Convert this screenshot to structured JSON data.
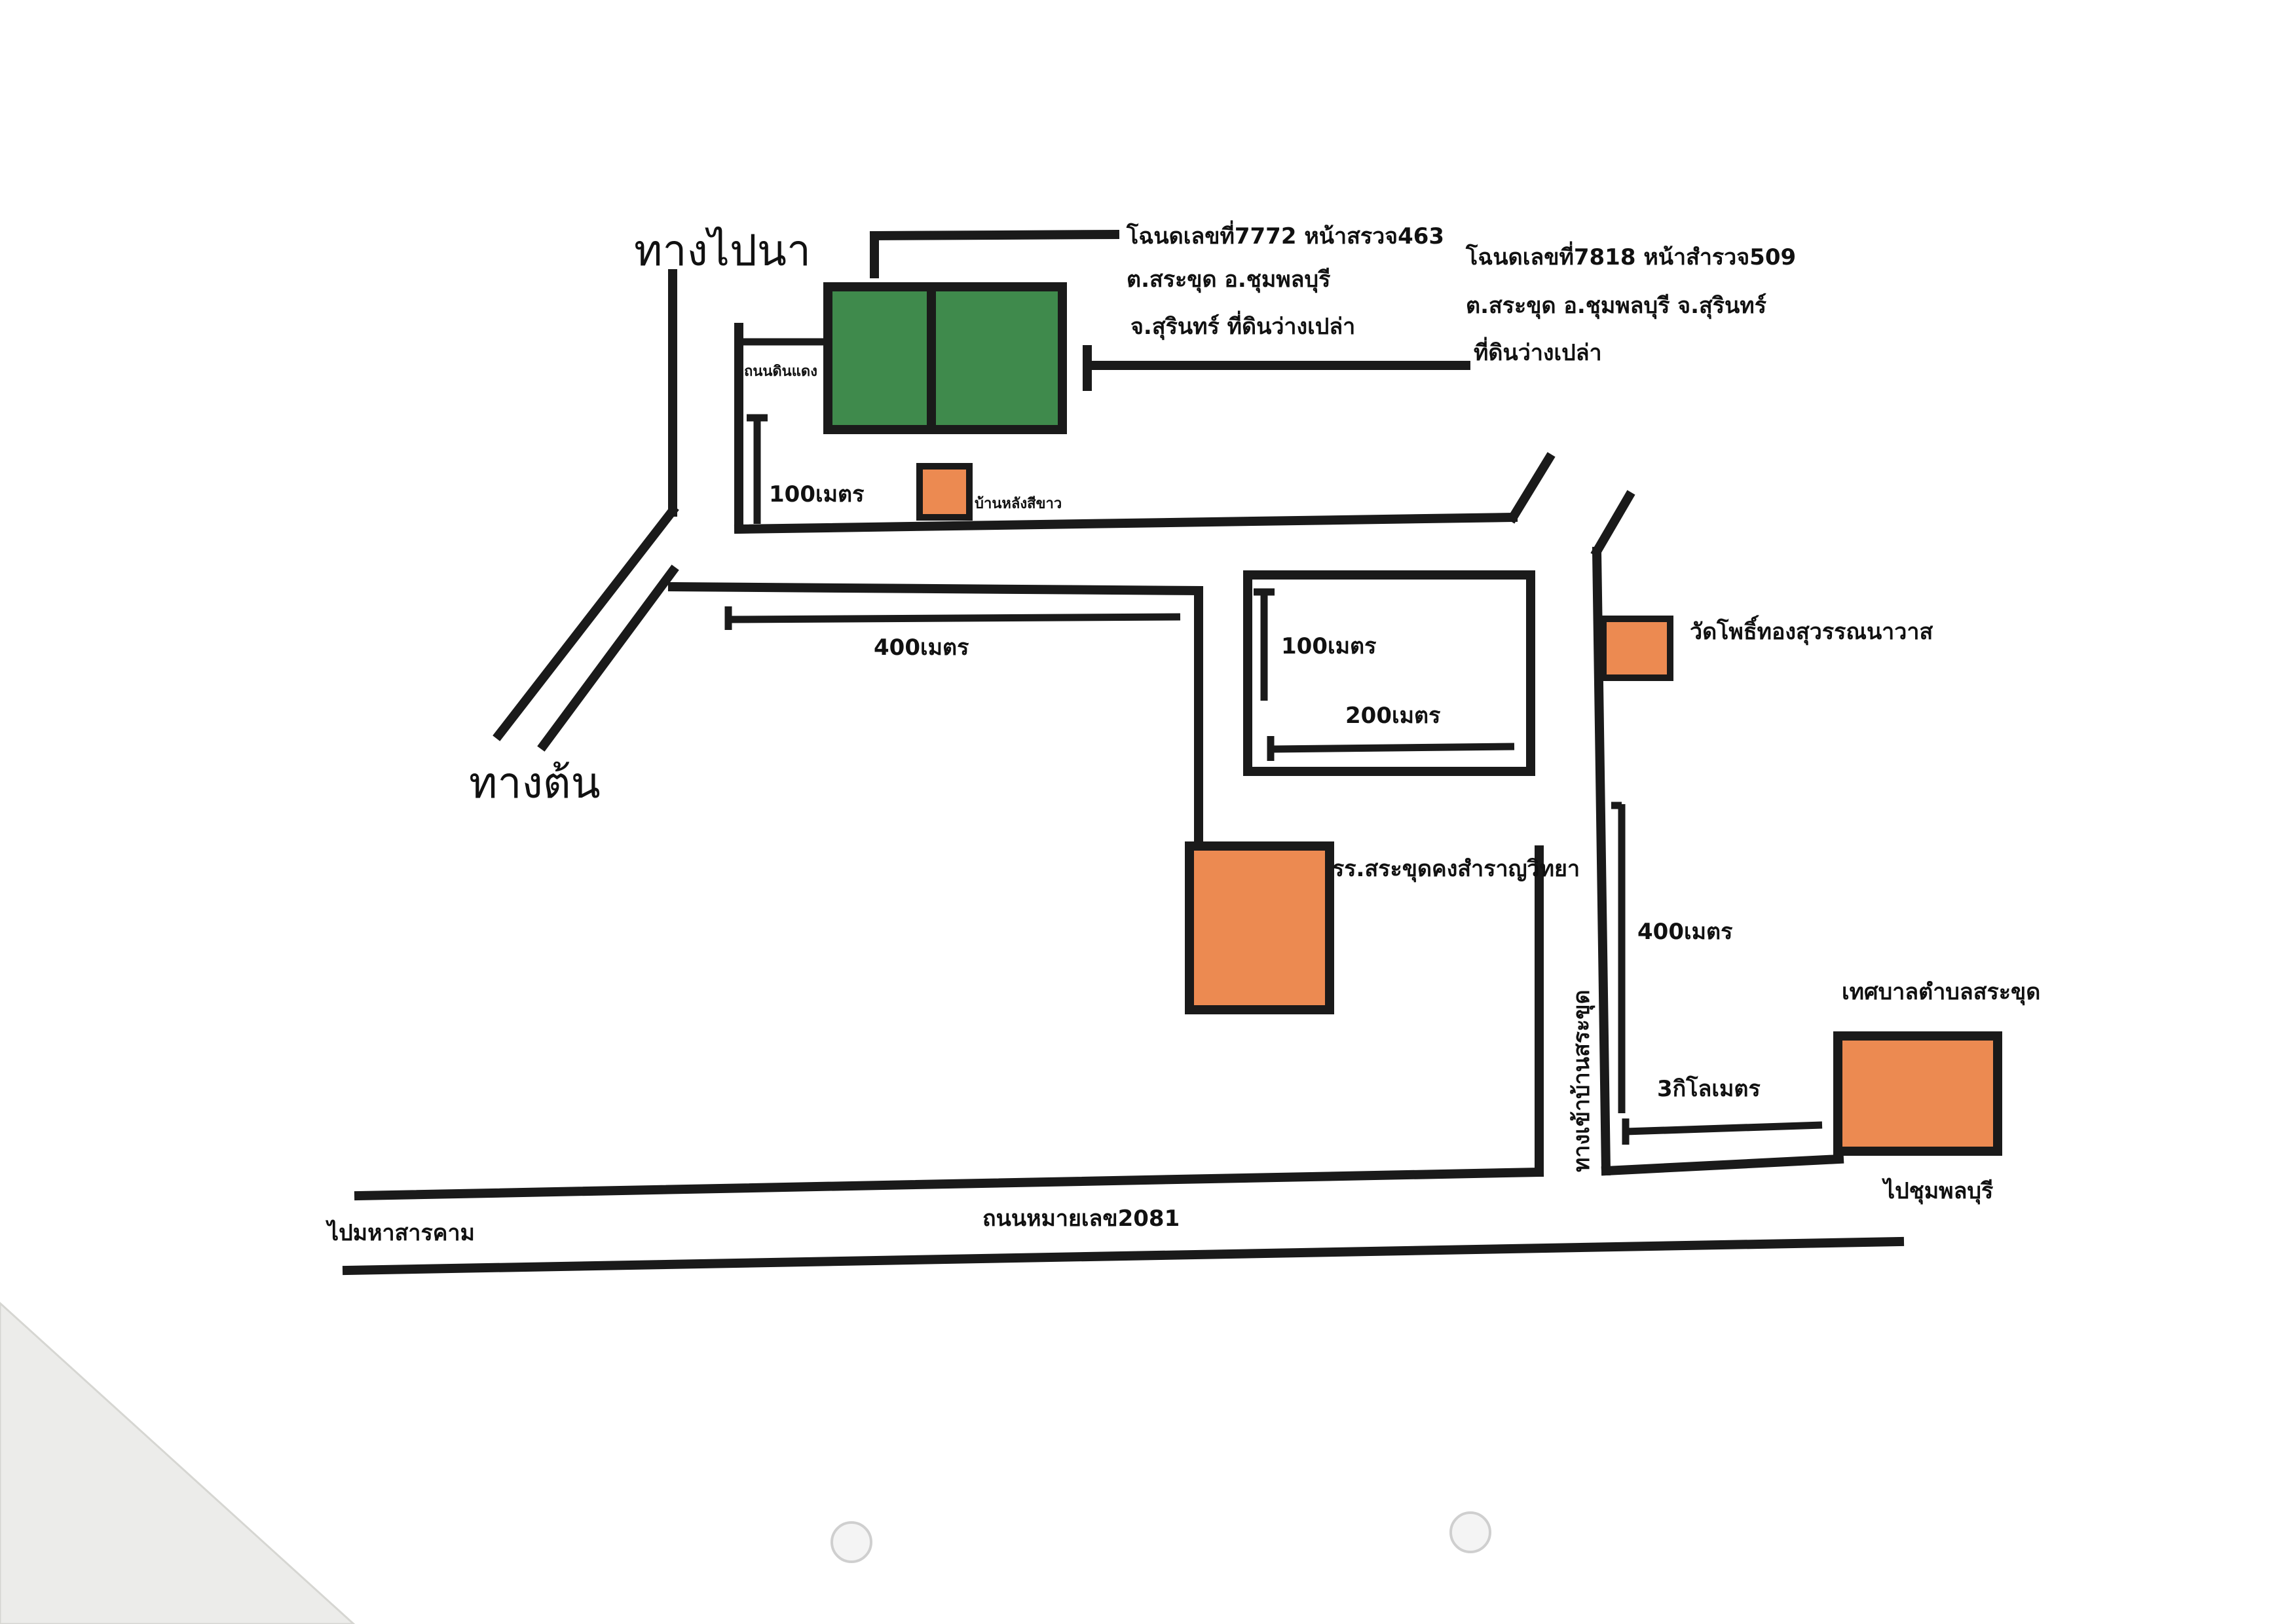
{
  "colors": {
    "plot_land": "#3f8a4c",
    "building": "#ec8a51",
    "line": "#1a1a1a",
    "paper": "#ffffff",
    "fold": "#ececea"
  },
  "labels": {
    "to_field": "ทางไปนา",
    "origin": "ทางต้น",
    "deed_1_line1": "โฉนดเลขที่7772 หน้าสรวจ463",
    "deed_1_line2": "ต.สระขุด อ.ชุมพลบุรี",
    "deed_1_line3": "จ.สุรินทร์ ที่ดินว่างเปล่า",
    "deed_2_line1": "โฉนดเลขที่7818 หน้าสำรวจ509",
    "deed_2_line2": "ต.สระขุด อ.ชุมพลบุรี จ.สุรินทร์",
    "deed_2_line3": "ที่ดินว่างเปล่า",
    "dirt_road": "ถนนดินแดง",
    "house": "บ้านหลังสีขาว",
    "dist_100m_a": "100เมตร",
    "dist_400m_a": "400เมตร",
    "dist_100m_b": "100เมตร",
    "dist_200m": "200เมตร",
    "temple": "วัดโพธิ์ทองสุวรรณนาวาส",
    "school": "รร.สระขุดคงสำราญวิทยา",
    "dist_400m_b": "400เมตร",
    "village_entrance": "ทางเข้าบ้านสระขุด",
    "municipality": "เทศบาลตำบลสระขุด",
    "dist_3km": "3กิโลเมตร",
    "to_chumphon": "ไปชุมพลบุรี",
    "to_mahasarakham": "ไปมหาสารคาม",
    "highway": "ถนนหมายเลข2081"
  }
}
